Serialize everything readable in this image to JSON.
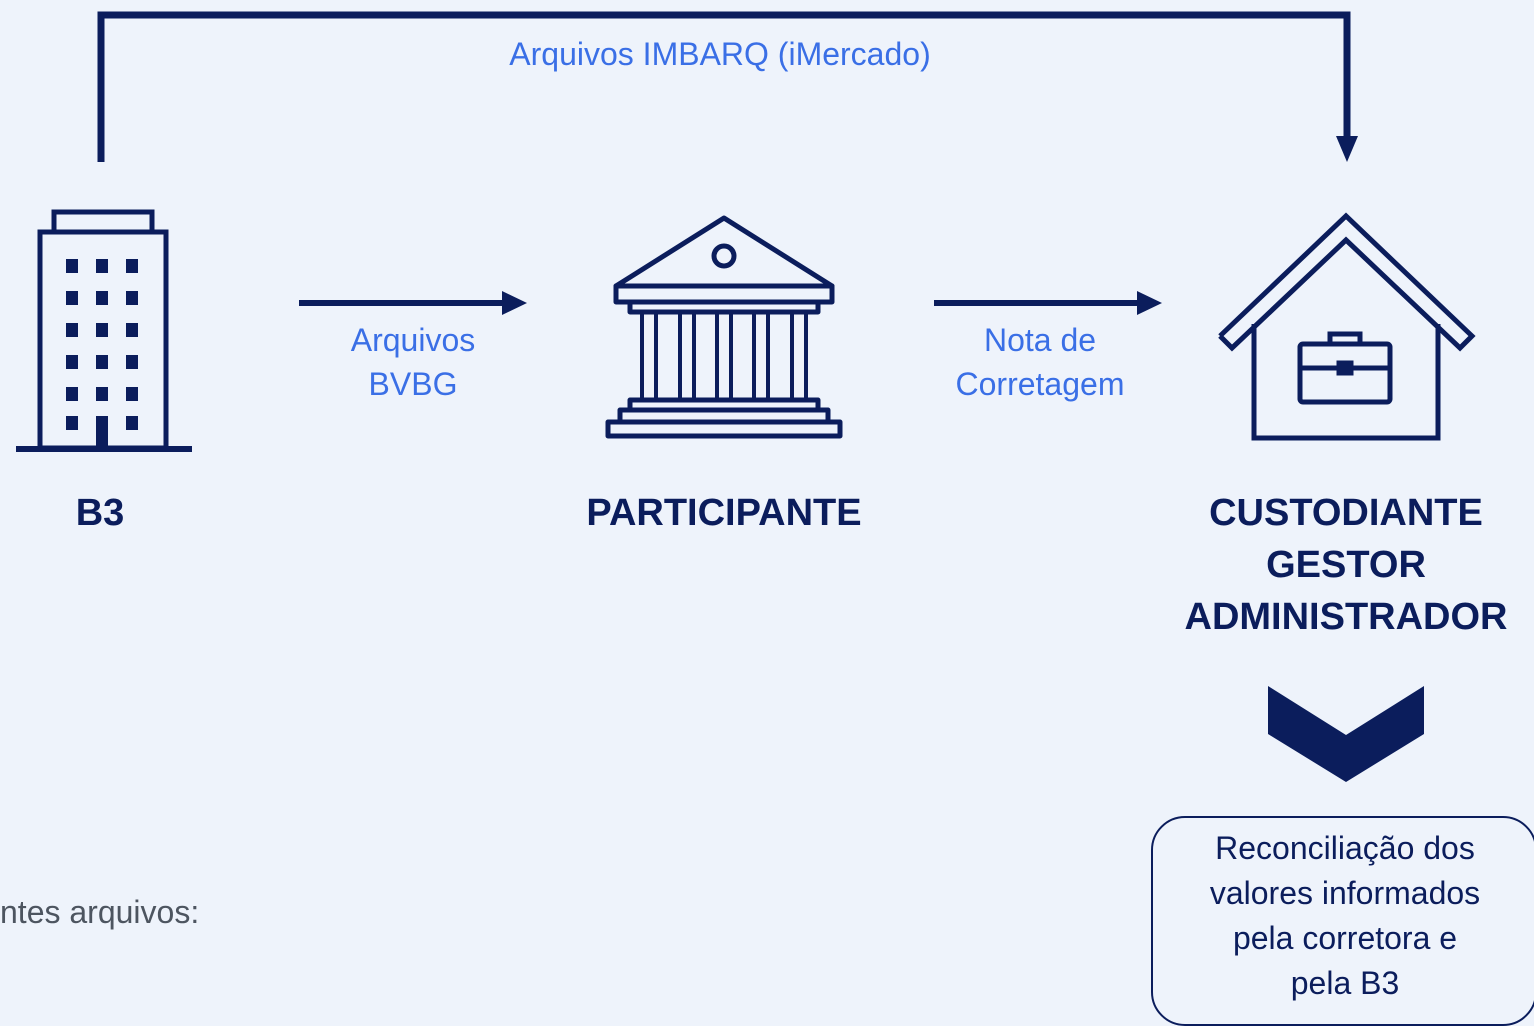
{
  "flows": {
    "top": "Arquivos IMBARQ (iMercado)",
    "b3_to_participante": [
      "Arquivos",
      "BVBG"
    ],
    "participante_to_custodiante": [
      "Nota de",
      "Corretagem"
    ]
  },
  "nodes": {
    "b3": {
      "label": "B3",
      "icon": "office-building-icon"
    },
    "participante": {
      "label": "PARTICIPANTE",
      "icon": "bank-building-icon"
    },
    "custodiante": {
      "label_lines": [
        "CUSTODIANTE",
        "GESTOR",
        "ADMINISTRADOR"
      ],
      "icon": "house-briefcase-icon"
    }
  },
  "result": {
    "lines": [
      "Reconciliação dos",
      "valores informados",
      "pela corretora e",
      "pela B3"
    ]
  },
  "footnote": "ntes arquivos:",
  "colors": {
    "navy": "#0b1d5c",
    "link_blue": "#3a6fe6",
    "background": "#eef3fb",
    "gray_text": "#4d5560"
  }
}
